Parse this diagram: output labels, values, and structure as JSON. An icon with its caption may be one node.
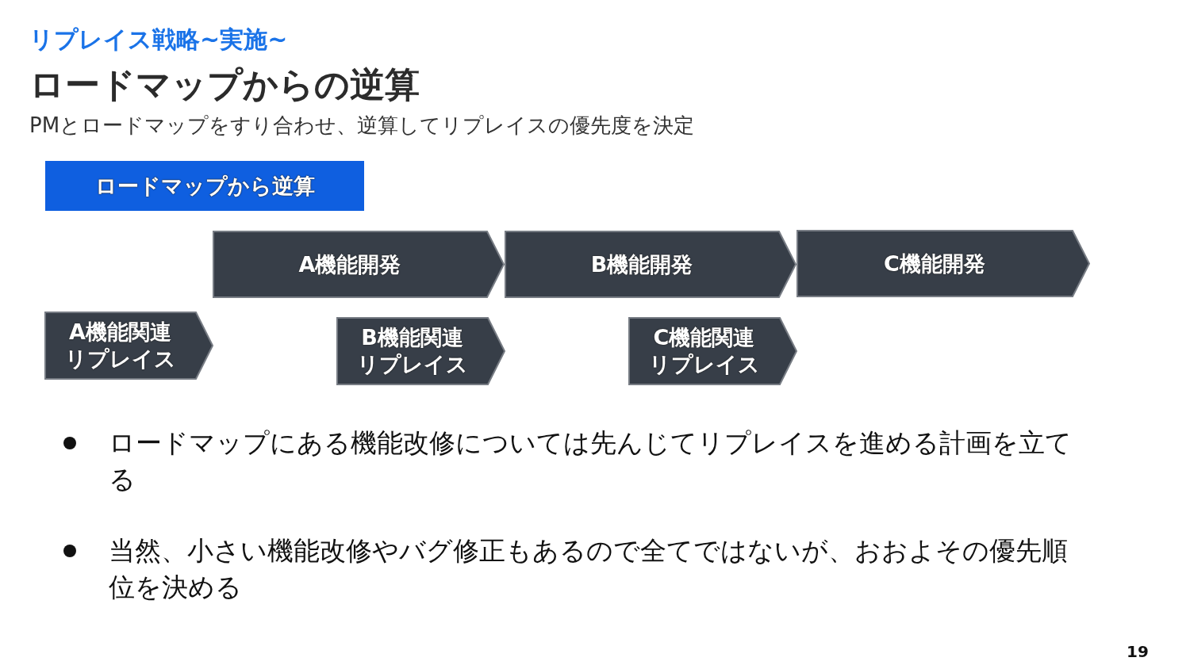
{
  "diagram": {
    "title": "ロードマップからの逆算",
    "nodes": [
      {
        "text": [
          "ロードマップから逆算"
        ]
      },
      {
        "text": [
          "A機能開発"
        ]
      },
      {
        "text": [
          "B機能開発"
        ]
      },
      {
        "text": [
          "C機能開発"
        ]
      },
      {
        "text": [
          "A機能関連リプレイス"
        ]
      },
      {
        "text": [
          "B機能関連リプレイス"
        ]
      },
      {
        "text": [
          "C機能関連リプレイス"
        ]
      }
    ],
    "labels": [
      "リプレイス戦略~実施~",
      "PMとロードマップをすり合わせ、逆算してリプレイスの優先度を決定",
      "ロードマップにある機能改修については先んじてリプレイスを進める計画を立てる",
      "当然、小さい機能改修やバグ修正もあるので全てではないが、おおよその優先順位を決める",
      "19"
    ]
  }
}
